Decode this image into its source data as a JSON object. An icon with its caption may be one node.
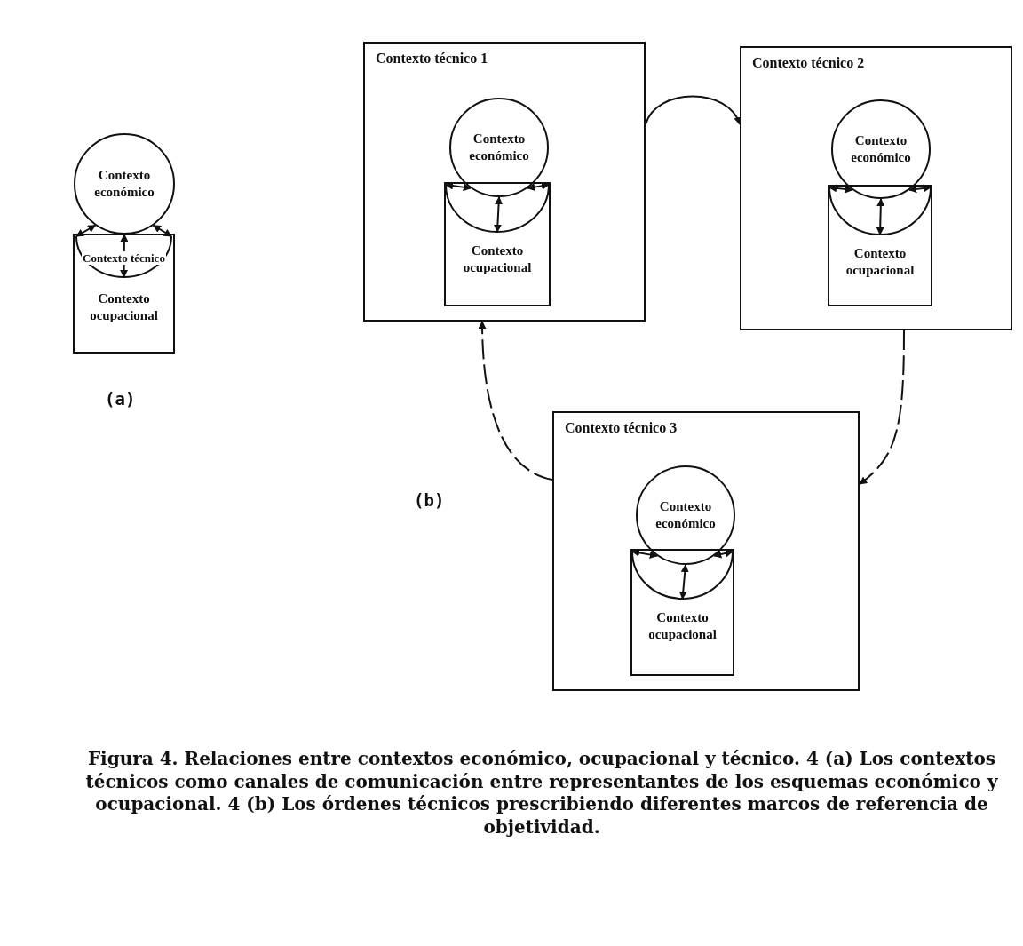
{
  "diagram": {
    "caption": "Figura 4. Relaciones entre contextos económico, ocupacional y técnico. 4 (a) Los contextos técnicos como canales de comunicación entre representantes de los esquemas económico y ocupacional. 4 (b) Los órdenes técnicos prescribiendo diferentes marcos de referencia de objetividad.",
    "nodes": [
      {
        "text": [
          "Contexto económico"
        ]
      },
      {
        "text": [
          "Contexto ocupacional"
        ]
      },
      {
        "text": [
          "Contexto técnico"
        ],
        "in": 1
      },
      {
        "text": [
          "Contexto técnico 1"
        ]
      },
      {
        "text": [
          "Contexto económico"
        ],
        "in": 3
      },
      {
        "text": [
          "Contexto ocupacional"
        ],
        "in": 3
      },
      {
        "text": [],
        "shape": "arc",
        "in": 5
      },
      {
        "text": [
          "Contexto técnico 2"
        ]
      },
      {
        "text": [
          "Contexto económico"
        ],
        "in": 7
      },
      {
        "text": [
          "Contexto ocupacional"
        ],
        "in": 7
      },
      {
        "text": [],
        "shape": "arc",
        "in": 9
      },
      {
        "text": [
          "Contexto técnico 3"
        ]
      },
      {
        "text": [
          "Contexto económico"
        ],
        "in": 11
      },
      {
        "text": [
          "Contexto ocupacional"
        ],
        "in": 11
      },
      {
        "text": [],
        "shape": "arc",
        "in": 13
      }
    ],
    "edges": [
      {
        "from": 0,
        "to": 2,
        "arrow": "both"
      },
      {
        "from": 0,
        "to": 2,
        "arrow": "both"
      },
      {
        "from": 0,
        "to": 2,
        "arrow": "both"
      },
      {
        "from": 4,
        "to": 6,
        "arrow": "both"
      },
      {
        "from": 4,
        "to": 6,
        "arrow": "both"
      },
      {
        "from": 4,
        "to": 6,
        "arrow": "both"
      },
      {
        "from": 8,
        "to": 10,
        "arrow": "both"
      },
      {
        "from": 8,
        "to": 10,
        "arrow": "both"
      },
      {
        "from": 8,
        "to": 10,
        "arrow": "both"
      },
      {
        "from": 12,
        "to": 14,
        "arrow": "both"
      },
      {
        "from": 12,
        "to": 14,
        "arrow": "both"
      },
      {
        "from": 12,
        "to": 14,
        "arrow": "both"
      },
      {
        "from": 3,
        "to": 7,
        "arrow": "to"
      },
      {
        "from": 7,
        "to": 11,
        "arrow": "to",
        "style": "dashed"
      },
      {
        "from": 11,
        "to": 3,
        "arrow": "to",
        "style": "dashed"
      }
    ],
    "labels": [
      "(a)",
      "(b)"
    ]
  }
}
